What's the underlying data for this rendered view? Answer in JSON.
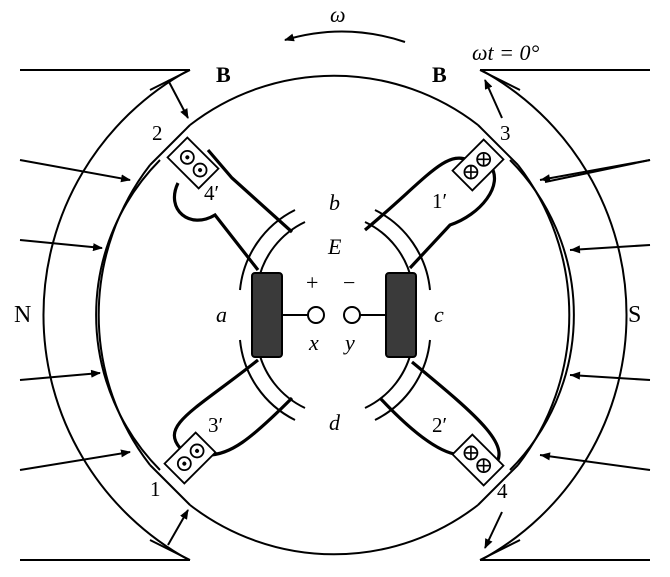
{
  "labels": {
    "omega": "ω",
    "omega_t": "ωt = 0°",
    "field_left": "B",
    "field_right": "B",
    "pole_north": "N",
    "pole_south": "S",
    "segment_a": "a",
    "segment_b": "b",
    "segment_c": "c",
    "segment_d": "d",
    "emf": "E",
    "plus": "+",
    "minus": "−",
    "terminal_x": "x",
    "terminal_y": "y",
    "coil_1": "1",
    "coil_2": "2",
    "coil_3": "3",
    "coil_4": "4",
    "coil_1p": "1′",
    "coil_2p": "2′",
    "coil_3p": "3′",
    "coil_4p": "4′"
  },
  "conductor_symbols": {
    "dot": "current-out-of-page",
    "cross": "current-into-page"
  }
}
